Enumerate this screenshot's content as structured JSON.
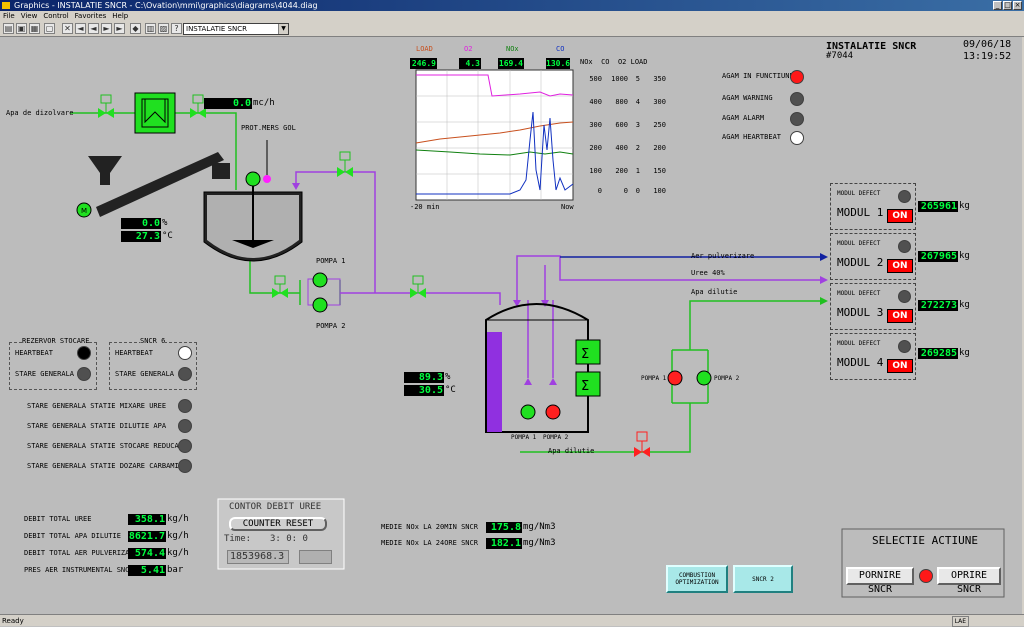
{
  "window": {
    "title": "Graphics - INSTALATIE SNCR - C:\\Ovation\\mmi\\graphics\\diagrams\\4044.diag"
  },
  "menu": [
    "File",
    "View",
    "Control",
    "Favorites",
    "Help"
  ],
  "toolbar": {
    "combo_value": "INSTALATIE SNCR"
  },
  "header": {
    "title": "INSTALATIE SNCR",
    "subtitle": "#7044",
    "date": "09/06/18",
    "time": "13:19:52"
  },
  "trend": {
    "labels": [
      "LOAD",
      "O2",
      "NOx",
      "CO"
    ],
    "values": [
      "246.9",
      "4.3",
      "169.4",
      "130.6"
    ],
    "colors": [
      "#c8501e",
      "#e020e0",
      "#108010",
      "#1030c0"
    ],
    "scale_headers": [
      "NOx",
      "CO",
      "O2",
      "LOAD"
    ],
    "scale_rows": [
      [
        "500",
        "1000",
        "5",
        "350"
      ],
      [
        "400",
        "800",
        "4",
        "300"
      ],
      [
        "300",
        "600",
        "3",
        "250"
      ],
      [
        "200",
        "400",
        "2",
        "200"
      ],
      [
        "100",
        "200",
        "1",
        "150"
      ],
      [
        "0",
        "0",
        "0",
        "100"
      ]
    ],
    "x_start": "-20 min",
    "x_end": "Now"
  },
  "status_lights": [
    {
      "label": "AGAM IN FUNCTIUNE",
      "color": "red"
    },
    {
      "label": "AGAM WARNING",
      "color": "gray"
    },
    {
      "label": "AGAM ALARM",
      "color": "gray"
    },
    {
      "label": "AGAM HEARTBEAT",
      "color": "white"
    }
  ],
  "process": {
    "apa_dizolvare": "Apa de dizolvare",
    "flow_value": "0.0",
    "flow_unit": "mc/h",
    "prot_mers_gol": "PROT.MERS GOL",
    "tank_level": "0.0",
    "tank_level_unit": "%",
    "tank_temp": "27.3",
    "tank_temp_unit": "°C",
    "pompa1": "POMPA 1",
    "pompa2": "POMPA 2",
    "reactor_level": "89.3",
    "reactor_level_unit": "%",
    "reactor_temp": "30.5",
    "reactor_temp_unit": "°C",
    "reactor_pompa1": "POMPA 1",
    "reactor_pompa2": "POMPA 2",
    "aer_pulverizare": "Aer pulverizare",
    "uree": "Uree 40%",
    "apa_dilutie": "Apa dilutie",
    "apa_dilutie_in": "Apa dilutie",
    "dil_pompa1": "POMPA 1",
    "dil_pompa2": "POMPA 2"
  },
  "modules": [
    {
      "defect": "MODUL DEFECT",
      "name": "MODUL 1",
      "state": "ON",
      "value": "265961",
      "unit": "kg"
    },
    {
      "defect": "MODUL DEFECT",
      "name": "MODUL 2",
      "state": "ON",
      "value": "267965",
      "unit": "kg"
    },
    {
      "defect": "MODUL DEFECT",
      "name": "MODUL 3",
      "state": "ON",
      "value": "272273",
      "unit": "kg"
    },
    {
      "defect": "MODUL DEFECT",
      "name": "MODUL 4",
      "state": "ON",
      "value": "269285",
      "unit": "kg"
    }
  ],
  "rezervor": {
    "title": "REZERVOR STOCARE",
    "heartbeat": "HEARTBEAT",
    "stare": "STARE GENERALA"
  },
  "sncr6": {
    "title": "SNCR 6",
    "heartbeat": "HEARTBEAT",
    "stare": "STARE GENERALA"
  },
  "stations": [
    "STARE GENERALA STATIE MIXARE UREE",
    "STARE GENERALA STATIE DILUTIE APA",
    "STARE GENERALA STATIE STOCARE REDUCATOR",
    "STARE GENERALA STATIE DOZARE CARBAMIN"
  ],
  "debits": [
    {
      "label": "DEBIT TOTAL UREE",
      "value": "358.1",
      "unit": "kg/h"
    },
    {
      "label": "DEBIT TOTAL APA DILUTIE",
      "value": "8621.7",
      "unit": "kg/h"
    },
    {
      "label": "DEBIT TOTAL AER PULVERIZARE",
      "value": "574.4",
      "unit": "kg/h"
    },
    {
      "label": "PRES AER INSTRUMENTAL SNCR",
      "value": "5.41",
      "unit": "bar"
    }
  ],
  "contor": {
    "title": "CONTOR DEBIT UREE",
    "reset": "COUNTER RESET",
    "time_label": "Time:",
    "time_value": "3: 0: 0",
    "total": "1853968.3"
  },
  "medie": [
    {
      "label": "MEDIE NOx LA 20MIN SNCR",
      "value": "175.8",
      "unit": "mg/Nm3"
    },
    {
      "label": "MEDIE NOx LA 24ORE SNCR",
      "value": "182.1",
      "unit": "mg/Nm3"
    }
  ],
  "buttons": {
    "combustion": "COMBUSTION OPTIMIZATION",
    "sncr2": "SNCR 2"
  },
  "selectie": {
    "title": "SELECTIE ACTIUNE",
    "start": "PORNIRE SNCR",
    "stop": "OPRIRE SNCR"
  },
  "statusbar": {
    "text": "Ready",
    "right": "LAE"
  }
}
